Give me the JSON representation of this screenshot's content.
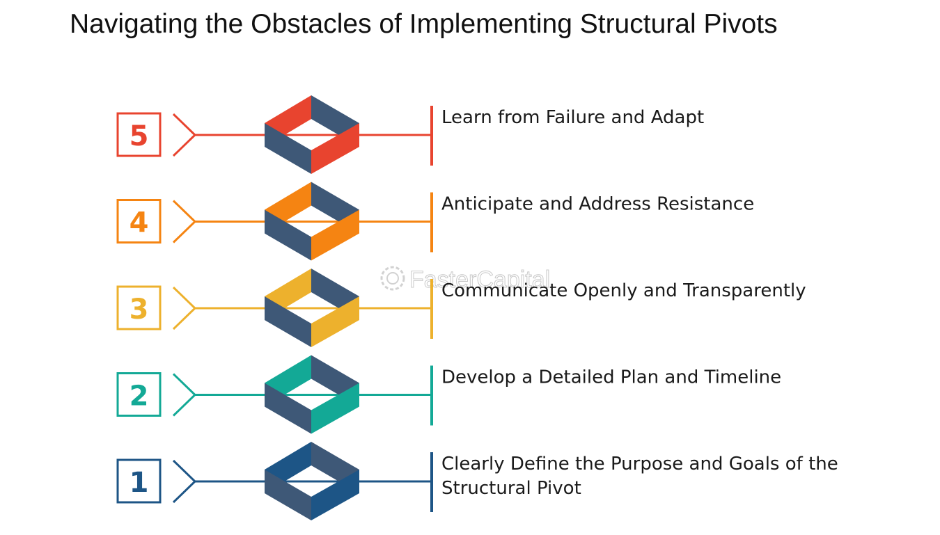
{
  "title": "Navigating the Obstacles of Implementing Structural Pivots",
  "watermark": "FasterCapital",
  "colors": {
    "slate": "#3e5877",
    "text": "#1a1a1a"
  },
  "steps": [
    {
      "number": "5",
      "lines": [
        "Learn from Failure and Adapt"
      ],
      "color": "#e8442f"
    },
    {
      "number": "4",
      "lines": [
        "Anticipate and Address Resistance"
      ],
      "color": "#f58412"
    },
    {
      "number": "3",
      "lines": [
        "Communicate Openly and Transparently"
      ],
      "color": "#edb12d"
    },
    {
      "number": "2",
      "lines": [
        "Develop a Detailed Plan and Timeline"
      ],
      "color": "#13a996"
    },
    {
      "number": "1",
      "lines": [
        "Clearly Define the Purpose and Goals of the",
        "Structural Pivot"
      ],
      "color": "#1d5586"
    }
  ]
}
